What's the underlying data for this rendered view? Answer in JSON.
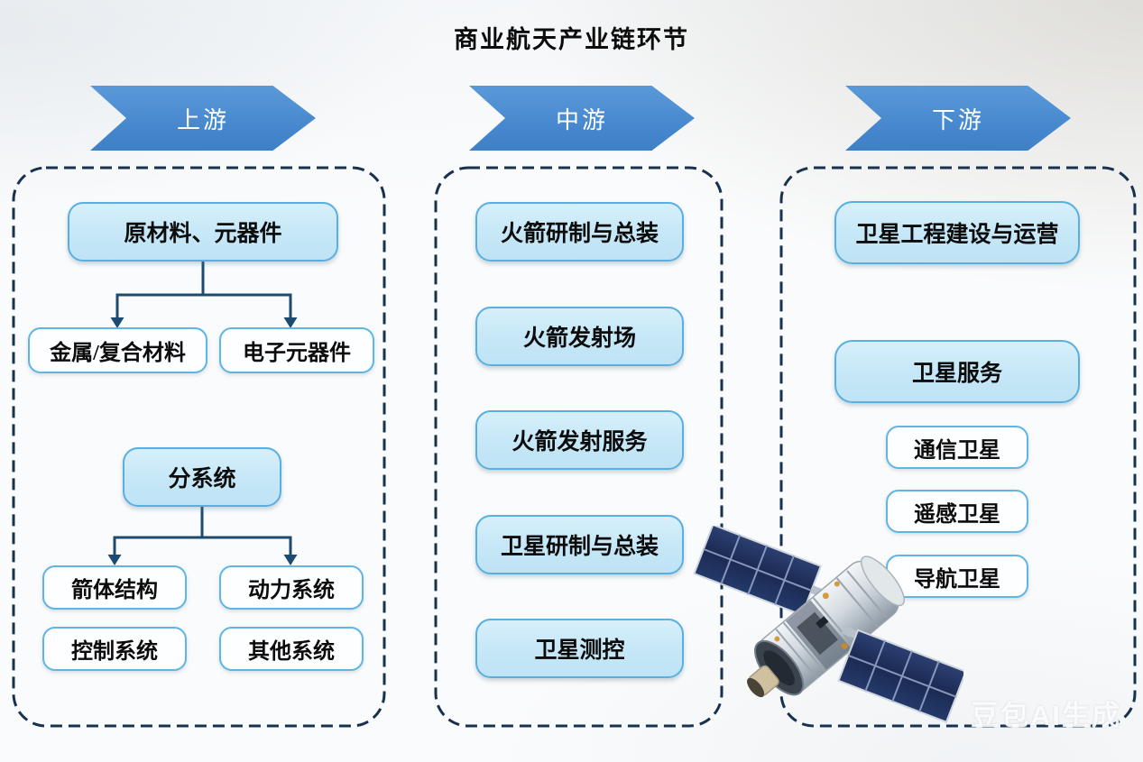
{
  "title": "商业航天产业链环节",
  "watermark": "豆包AI生成",
  "colors": {
    "banner_blue": "#4486cd",
    "box_fill": "#c5e7f7",
    "box_border": "#57b0df",
    "container_dash": "#17314f",
    "connector": "#1d4a70"
  },
  "upstream": {
    "banner": "上游",
    "groups": [
      {
        "parent": "原材料、元器件",
        "children": [
          "金属/复合材料",
          "电子元器件"
        ]
      },
      {
        "parent": "分系统",
        "children": [
          "箭体结构",
          "动力系统",
          "控制系统",
          "其他系统"
        ]
      }
    ]
  },
  "midstream": {
    "banner": "中游",
    "items": [
      "火箭研制与总装",
      "火箭发射场",
      "火箭发射服务",
      "卫星研制与总装",
      "卫星测控"
    ]
  },
  "downstream": {
    "banner": "下游",
    "primary": [
      "卫星工程建设与运营",
      "卫星服务"
    ],
    "satellite_types": [
      "通信卫星",
      "遥感卫星",
      "导航卫星"
    ]
  }
}
